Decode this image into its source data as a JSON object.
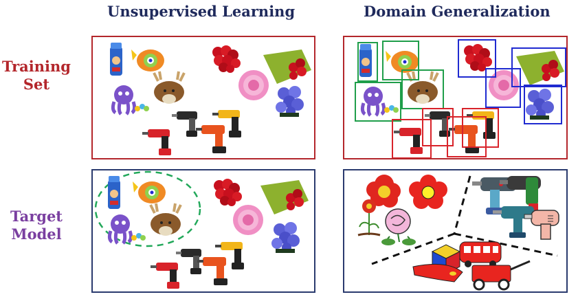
{
  "columns": {
    "left": "Unsupervised Learning",
    "right": "Domain Generalization"
  },
  "rows": {
    "training": [
      "Training",
      "Set"
    ],
    "target": [
      "Target",
      "Model"
    ]
  },
  "colors": {
    "title": "#1f2a5c",
    "training_label": "#b3262b",
    "target_label": "#7a3fa0",
    "training_border": "#b3262b",
    "target_border": "#2a3a6e",
    "toy_box": "#1f9e4a",
    "drill_box": "#d8232a",
    "flower_box": "#1f2ad0",
    "cluster_dash": "#22a85a"
  }
}
